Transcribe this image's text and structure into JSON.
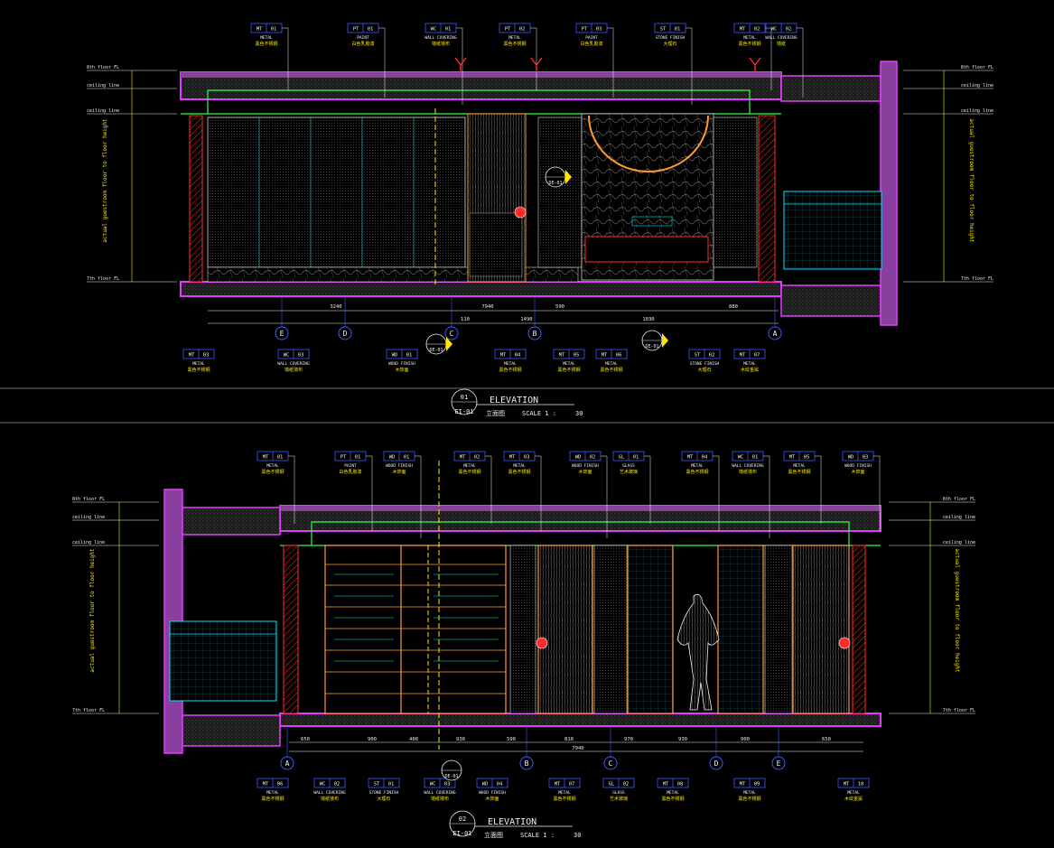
{
  "colors": {
    "bg": "#000000",
    "wall": "#8a3f9e",
    "wallEdge": "#e23cff",
    "cyan": "#00e5ff",
    "white": "#f0f0f0",
    "yellow": "#ffe600",
    "red": "#ff2b2b",
    "green": "#2bff4a",
    "orange": "#ff9a2b",
    "blue": "#3a5bff",
    "gray": "#9a9a9a"
  },
  "divider_note": "",
  "elevation1": {
    "number": "01",
    "title": "ELEVATION",
    "code": "EI-01",
    "subtitle": "立面图",
    "scale": "SCALE 1 :     30",
    "grid_labels": [
      "E",
      "D",
      "C",
      "B",
      "A"
    ],
    "level_labels_left": [
      "8th floor FL",
      "ceiling line",
      "ceiling line",
      "7th floor FL"
    ],
    "level_labels_right": [
      "8th floor FL",
      "ceiling line",
      "ceiling line",
      "7th floor FL"
    ],
    "vertical_text_left": "actual guestroom floor to floor height",
    "vertical_text_right": "actual guestroom floor to floor height",
    "top_tags": [
      {
        "code": "MT",
        "num": "01",
        "label1": "METAL",
        "label2": "黑色不锈钢"
      },
      {
        "code": "PT",
        "num": "01",
        "label1": "PAINT",
        "label2": "白色乳胶漆"
      },
      {
        "code": "WC",
        "num": "01",
        "label1": "WALL COVERING",
        "label2": "墙纸墙布"
      },
      {
        "code": "PT",
        "num": "02",
        "label1": "METAL",
        "label2": "黑色不锈钢"
      },
      {
        "code": "PT",
        "num": "03",
        "label1": "PAINT",
        "label2": "白色乳胶漆"
      },
      {
        "code": "ST",
        "num": "01",
        "label1": "STONE FINISH",
        "label2": "大理石"
      },
      {
        "code": "MT",
        "num": "02",
        "label1": "METAL",
        "label2": "黑色不锈钢"
      },
      {
        "code": "WC",
        "num": "02",
        "label1": "WALL COVERING",
        "label2": "墙纸"
      }
    ],
    "bottom_tags": [
      {
        "code": "MT",
        "num": "03",
        "label1": "METAL",
        "label2": "黑色不锈钢"
      },
      {
        "code": "WC",
        "num": "03",
        "label1": "WALL COVERING",
        "label2": "墙纸墙布"
      },
      {
        "code": "WD",
        "num": "01",
        "label1": "WOOD FINISH",
        "label2": "木饰面"
      },
      {
        "code": "MT",
        "num": "04",
        "label1": "METAL",
        "label2": "黑色不锈钢"
      },
      {
        "code": "MT",
        "num": "05",
        "label1": "METAL",
        "label2": "黑色不锈钢"
      },
      {
        "code": "MT",
        "num": "06",
        "label1": "METAL",
        "label2": "黑色不锈钢"
      },
      {
        "code": "ST",
        "num": "02",
        "label1": "STONE FINISH",
        "label2": "大理石"
      },
      {
        "code": "MT",
        "num": "07",
        "label1": "METAL",
        "label2": "木纹金属"
      }
    ],
    "dims": [
      "3240",
      "110",
      "7940",
      "1490",
      "590",
      "1030",
      "880"
    ],
    "sections": [
      "DE-01",
      "DE-01",
      "DE-01"
    ]
  },
  "elevation2": {
    "number": "02",
    "title": "ELEVATION",
    "code": "EI-01",
    "subtitle": "立面图",
    "scale": "SCALE 1 :     30",
    "grid_labels": [
      "A",
      "B",
      "C",
      "D",
      "E"
    ],
    "level_labels_left": [
      "8th floor FL",
      "ceiling line",
      "ceiling line",
      "7th floor FL"
    ],
    "level_labels_right": [
      "8th floor FL",
      "ceiling line",
      "ceiling line",
      "7th floor FL"
    ],
    "vertical_text_left": "actual guestroom floor to floor height",
    "vertical_text_right": "actual guestroom floor to floor height",
    "top_tags": [
      {
        "code": "MT",
        "num": "01",
        "label1": "METAL",
        "label2": "黑色不锈钢"
      },
      {
        "code": "PT",
        "num": "01",
        "label1": "PAINT",
        "label2": "白色乳胶漆"
      },
      {
        "code": "WD",
        "num": "01",
        "label1": "WOOD FINISH",
        "label2": "木饰面"
      },
      {
        "code": "MT",
        "num": "02",
        "label1": "METAL",
        "label2": "黑色不锈钢"
      },
      {
        "code": "MT",
        "num": "03",
        "label1": "METAL",
        "label2": "黑色不锈钢"
      },
      {
        "code": "WD",
        "num": "02",
        "label1": "WOOD FINISH",
        "label2": "木饰面"
      },
      {
        "code": "GL",
        "num": "01",
        "label1": "GLASS",
        "label2": "艺术玻璃"
      },
      {
        "code": "MT",
        "num": "04",
        "label1": "METAL",
        "label2": "黑色不锈钢"
      },
      {
        "code": "WC",
        "num": "01",
        "label1": "WALL COVERING",
        "label2": "墙纸墙布"
      },
      {
        "code": "MT",
        "num": "05",
        "label1": "METAL",
        "label2": "黑色不锈钢"
      },
      {
        "code": "WD",
        "num": "03",
        "label1": "WOOD FINISH",
        "label2": "木饰面"
      }
    ],
    "bottom_tags": [
      {
        "code": "MT",
        "num": "06",
        "label1": "METAL",
        "label2": "黑色不锈钢"
      },
      {
        "code": "WC",
        "num": "02",
        "label1": "WALL COVERING",
        "label2": "墙纸墙布"
      },
      {
        "code": "ST",
        "num": "01",
        "label1": "STONE FINISH",
        "label2": "大理石"
      },
      {
        "code": "WC",
        "num": "03",
        "label1": "WALL COVERING",
        "label2": "墙纸墙布"
      },
      {
        "code": "WD",
        "num": "04",
        "label1": "WOOD FINISH",
        "label2": "木饰面"
      },
      {
        "code": "MT",
        "num": "07",
        "label1": "METAL",
        "label2": "黑色不锈钢"
      },
      {
        "code": "GL",
        "num": "02",
        "label1": "GLASS",
        "label2": "艺术玻璃"
      },
      {
        "code": "MT",
        "num": "08",
        "label1": "METAL",
        "label2": "黑色不锈钢"
      },
      {
        "code": "MT",
        "num": "09",
        "label1": "METAL",
        "label2": "黑色不锈钢"
      },
      {
        "code": "MT",
        "num": "10",
        "label1": "METAL",
        "label2": "木纹金属"
      }
    ],
    "dims": [
      "650",
      "900",
      "400",
      "930",
      "590",
      "810",
      "970",
      "930",
      "900",
      "650"
    ],
    "total_dim": "7940",
    "sections": [
      "DE-01"
    ]
  }
}
